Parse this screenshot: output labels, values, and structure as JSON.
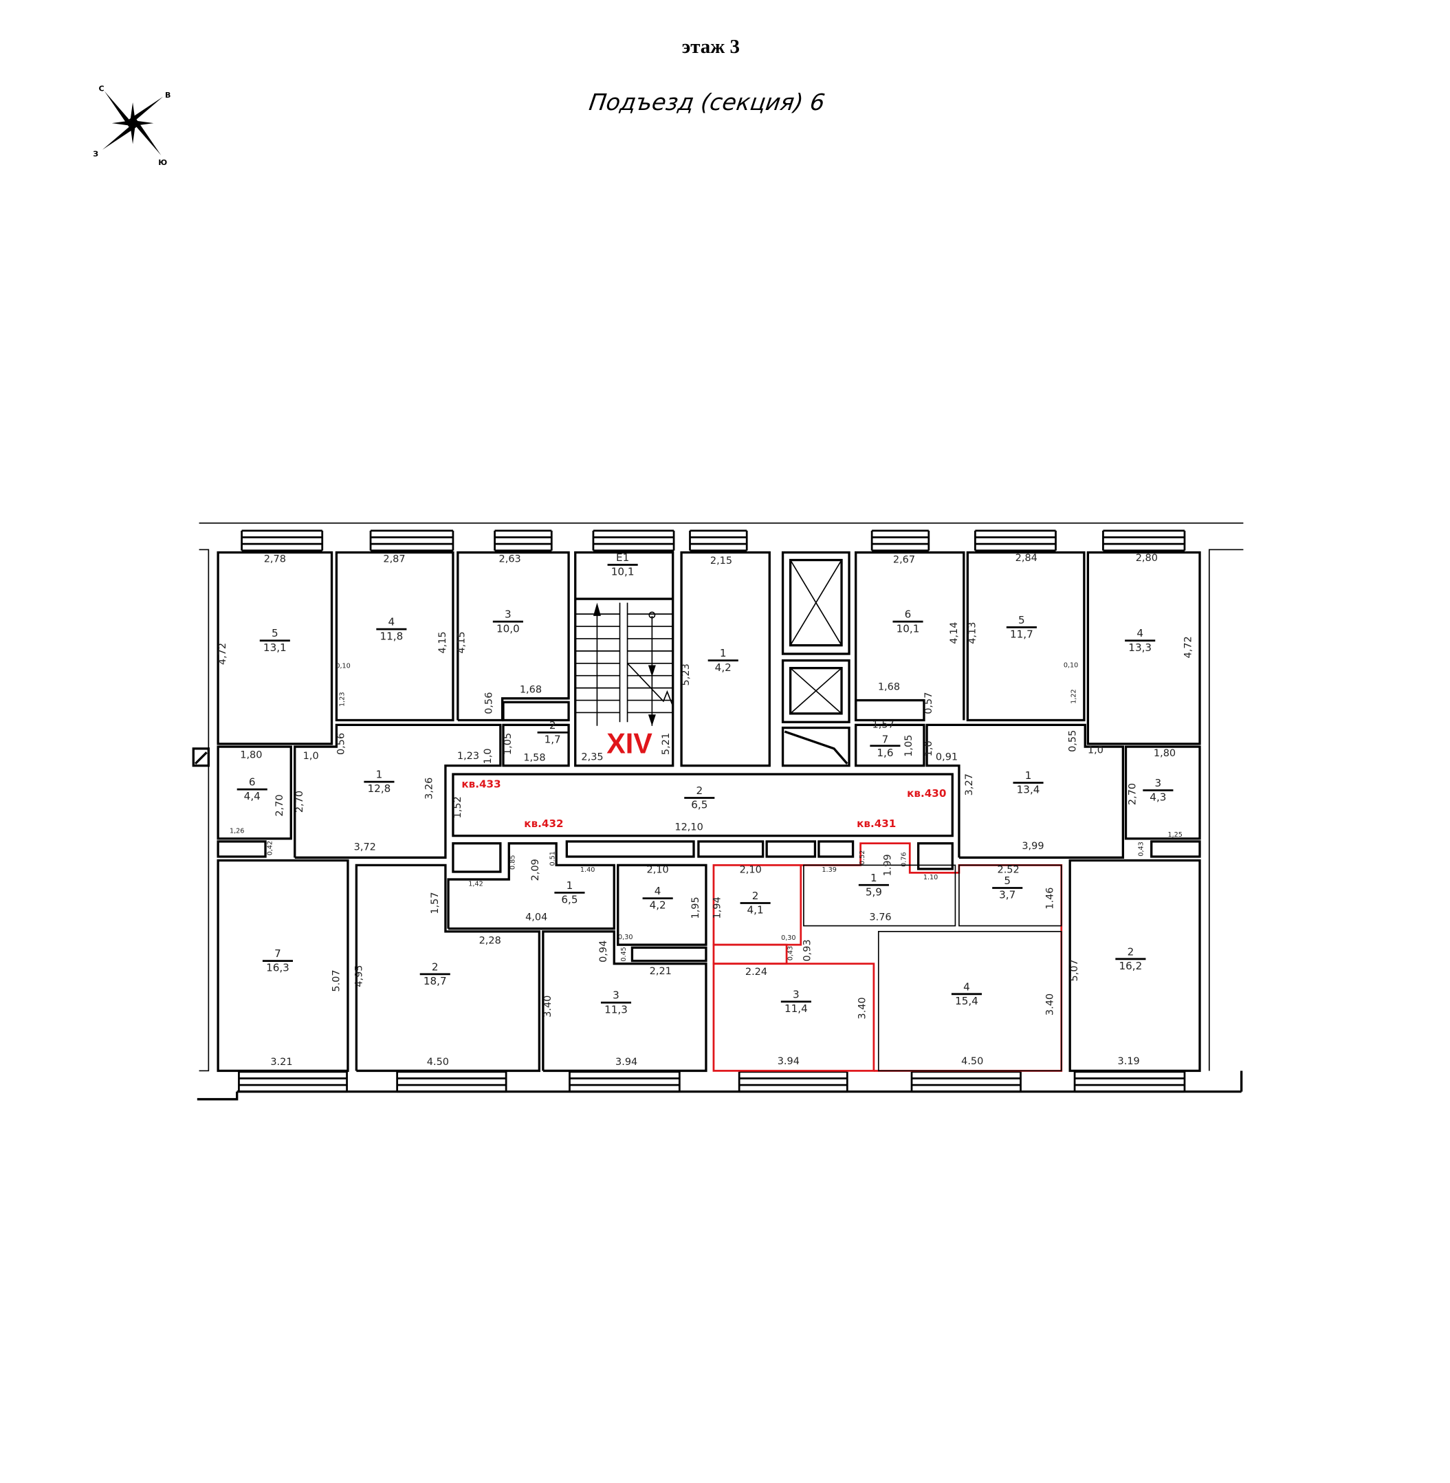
{
  "header": {
    "floor": "этаж 3",
    "section": "Подъезд (секция) 6"
  },
  "compass": {
    "icon": "compass-rose-icon",
    "n": "С",
    "e": "В",
    "s": "Ю",
    "w": "З"
  },
  "stair_label": "XIV",
  "apartments": [
    "кв.433",
    "кв.432",
    "кв.431",
    "кв.430"
  ],
  "colors": {
    "highlight": "#e0161b"
  },
  "rooms": [
    {
      "number": "5",
      "area": "13,1",
      "dims": [
        "2,78",
        "4,72"
      ]
    },
    {
      "number": "4",
      "area": "11,8",
      "dims": [
        "2,87",
        "4,15",
        "0,10",
        "1,23"
      ]
    },
    {
      "number": "3",
      "area": "10,0",
      "dims": [
        "2,63",
        "4,15",
        "1,68",
        "0,56"
      ]
    },
    {
      "number": "Е1",
      "area": "10,1",
      "dims": [
        "2,35",
        "5,21"
      ]
    },
    {
      "number": "1",
      "area": "4,2",
      "dims": [
        "2,15",
        "5,23"
      ]
    },
    {
      "number": "6",
      "area": "10,1",
      "dims": [
        "2,67",
        "4,14",
        "1,68",
        "0,57"
      ]
    },
    {
      "number": "5",
      "area": "11,7",
      "dims": [
        "2,84",
        "4,13",
        "0,10",
        "1,22"
      ]
    },
    {
      "number": "4",
      "area": "13,3",
      "dims": [
        "2,80",
        "4,72"
      ]
    },
    {
      "number": "6",
      "area": "4,4",
      "dims": [
        "1,80",
        "2,70",
        "1,26",
        "0,42"
      ]
    },
    {
      "number": "1",
      "area": "12,8",
      "dims": [
        "1,0",
        "0,56",
        "2,70",
        "3,72",
        "1,23",
        "1,0",
        "3,26"
      ]
    },
    {
      "number": "2",
      "area": "1,7",
      "dims": [
        "1,05",
        "1,58"
      ]
    },
    {
      "number": "2",
      "area": "6,5",
      "dims": [
        "12,10",
        "1,52"
      ]
    },
    {
      "number": "7",
      "area": "1,6",
      "dims": [
        "1,57",
        "1,05",
        "1,0"
      ]
    },
    {
      "number": "1",
      "area": "13,4",
      "dims": [
        "0,91",
        "0,55",
        "1,0",
        "3,27",
        "3,99"
      ]
    },
    {
      "number": "3",
      "area": "4,3",
      "dims": [
        "1,80",
        "2,70",
        "1,25",
        "0,43"
      ]
    },
    {
      "number": "7",
      "area": "16,3",
      "dims": [
        "3.21",
        "5.07"
      ]
    },
    {
      "number": "2",
      "area": "18,7",
      "dims": [
        "4,95",
        "4.50",
        "1,57"
      ]
    },
    {
      "number": "1",
      "area": "6,5",
      "dims": [
        "4,04",
        "2,28",
        "1,42",
        "0.85",
        "2,09",
        "0.51",
        "1.40"
      ]
    },
    {
      "number": "4",
      "area": "4,2",
      "dims": [
        "2,10",
        "1,95",
        "0,30",
        "0.45"
      ]
    },
    {
      "number": "3",
      "area": "11,3",
      "dims": [
        "3.40",
        "3.94",
        "0,94",
        "2,21"
      ]
    },
    {
      "number": "2",
      "area": "4,1",
      "dims": [
        "2,10",
        "1,94",
        "0,30",
        "0,43"
      ]
    },
    {
      "number": "1",
      "area": "5,9",
      "dims": [
        "1.39",
        "0.52",
        "1.99",
        "0.76",
        "1.10",
        "3.76"
      ]
    },
    {
      "number": "5",
      "area": "3,7",
      "dims": [
        "2.52",
        "1.46"
      ]
    },
    {
      "number": "3",
      "area": "11,4",
      "dims": [
        "2.24",
        "0,93",
        "3.40",
        "3.94"
      ]
    },
    {
      "number": "4",
      "area": "15,4",
      "dims": [
        "3.40",
        "4.50"
      ]
    },
    {
      "number": "2",
      "area": "16,2",
      "dims": [
        "5,07",
        "3.19"
      ]
    }
  ]
}
